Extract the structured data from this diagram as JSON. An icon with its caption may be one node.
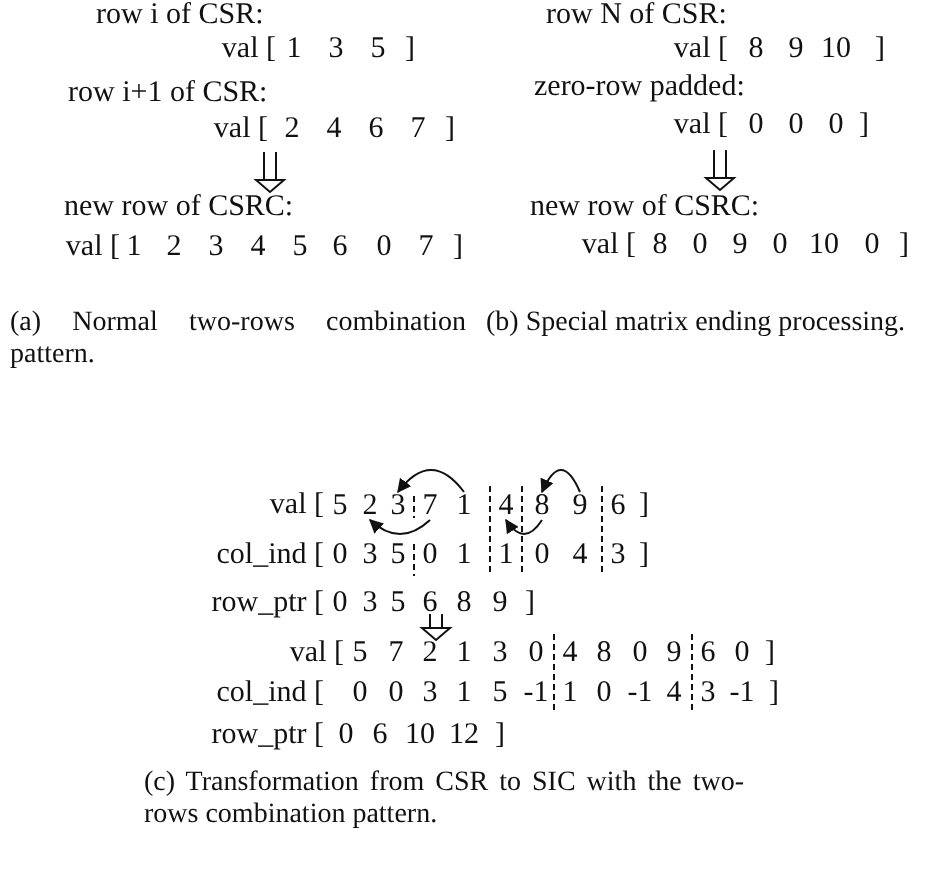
{
  "diagram": {
    "nodes": [
      {
        "text": [
          "5"
        ]
      },
      {
        "text": [
          "2"
        ]
      },
      {
        "text": [
          "3"
        ]
      },
      {
        "text": [
          "7"
        ]
      },
      {
        "text": [
          "1"
        ]
      },
      {
        "text": [
          "4"
        ]
      },
      {
        "text": [
          "8"
        ]
      },
      {
        "text": [
          "9"
        ]
      },
      {
        "text": [
          "6"
        ]
      }
    ],
    "edges": [
      {
        "from": 4,
        "to": 2,
        "arrow": "to"
      },
      {
        "from": 3,
        "to": 1,
        "arrow": "to"
      },
      {
        "from": 7,
        "to": 6,
        "arrow": "to"
      },
      {
        "from": 6,
        "to": 5,
        "arrow": "to"
      }
    ],
    "labels": [
      "row i of CSR:",
      "val [",
      "1",
      "3",
      "5",
      "]",
      "row i+1 of CSR:",
      "val [",
      "2",
      "4",
      "6",
      "7",
      "]",
      "new row of CSRC:",
      "val [",
      "1",
      "2",
      "3",
      "4",
      "5",
      "6",
      "0",
      "7",
      "]",
      "(a) Normal two-rows combination pattern.",
      "row N of CSR:",
      "val [",
      "8",
      "9",
      "10",
      "]",
      "zero-row padded:",
      "val [",
      "0",
      "0",
      "0",
      "]",
      "new row of CSRC:",
      "val [",
      "8",
      "0",
      "9",
      "0",
      "10",
      "0",
      "]",
      "(b) Special matrix ending processing.",
      "val [",
      "]",
      "col_ind [",
      "0",
      "3",
      "5",
      "0",
      "1",
      "1",
      "0",
      "4",
      "3",
      "]",
      "row_ptr [",
      "0",
      "3",
      "5",
      "6",
      "8",
      "9",
      "]",
      "val [",
      "5",
      "7",
      "2",
      "1",
      "3",
      "0",
      "4",
      "8",
      "0",
      "9",
      "6",
      "0",
      "]",
      "col_ind [",
      "0",
      "0",
      "3",
      "1",
      "5",
      "-1",
      "1",
      "0",
      "-1",
      "4",
      "3",
      "-1",
      "]",
      "row_ptr [",
      "0",
      "6",
      "10",
      "12",
      "]",
      "(c) Transformation from CSR to SIC with the two-rows combination pattern."
    ]
  }
}
